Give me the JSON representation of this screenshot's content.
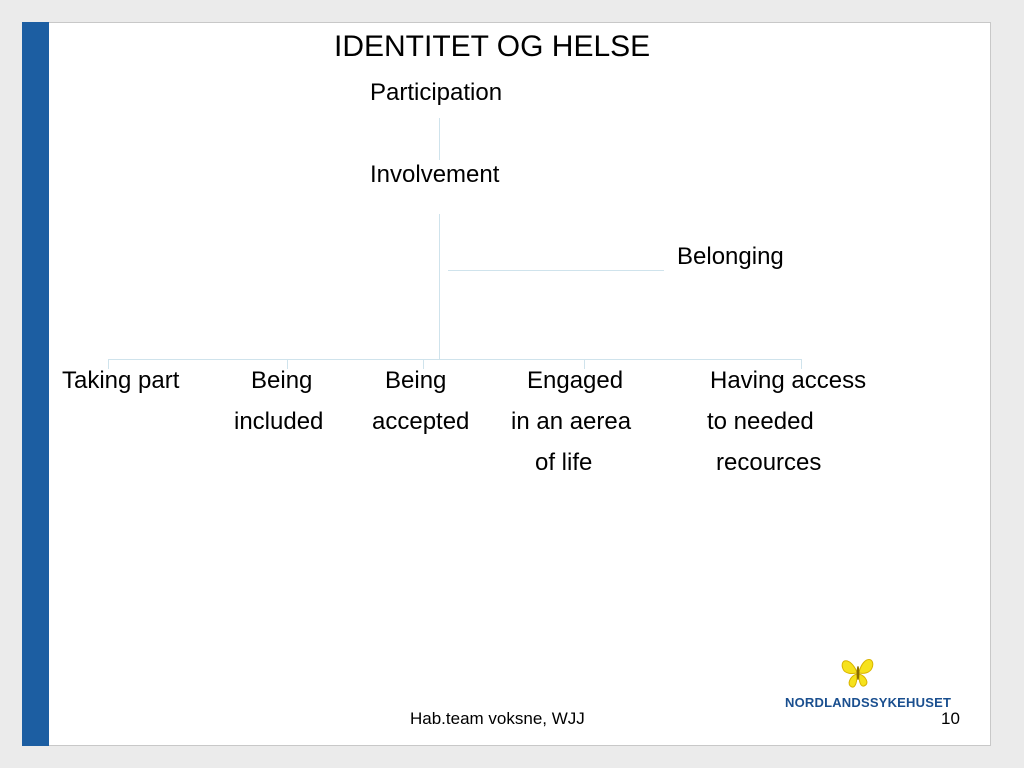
{
  "slide": {
    "title": "IDENTITET OG HELSE",
    "levels": {
      "participation": "Participation",
      "involvement": "Involvement",
      "belonging": "Belonging"
    },
    "items": [
      {
        "line1": "Taking part",
        "line2": "",
        "line3": ""
      },
      {
        "line1": "Being",
        "line2": "included",
        "line3": ""
      },
      {
        "line1": "Being",
        "line2": "accepted",
        "line3": ""
      },
      {
        "line1": "Engaged",
        "line2": "in an aerea",
        "line3": "of life"
      },
      {
        "line1": "Having access",
        "line2": "to needed",
        "line3": "recources"
      }
    ],
    "footer": {
      "author": "Hab.team voksne, WJJ",
      "page_number": "10"
    },
    "logo": {
      "text": "NORDLANDSSYKEHUSET",
      "icon": "butterfly-icon"
    }
  },
  "colors": {
    "accent_bar": "#1c5ea2",
    "connector": "#cfe3ec",
    "logo_text": "#1a4f8f",
    "logo_butterfly": "#f6e21c"
  }
}
